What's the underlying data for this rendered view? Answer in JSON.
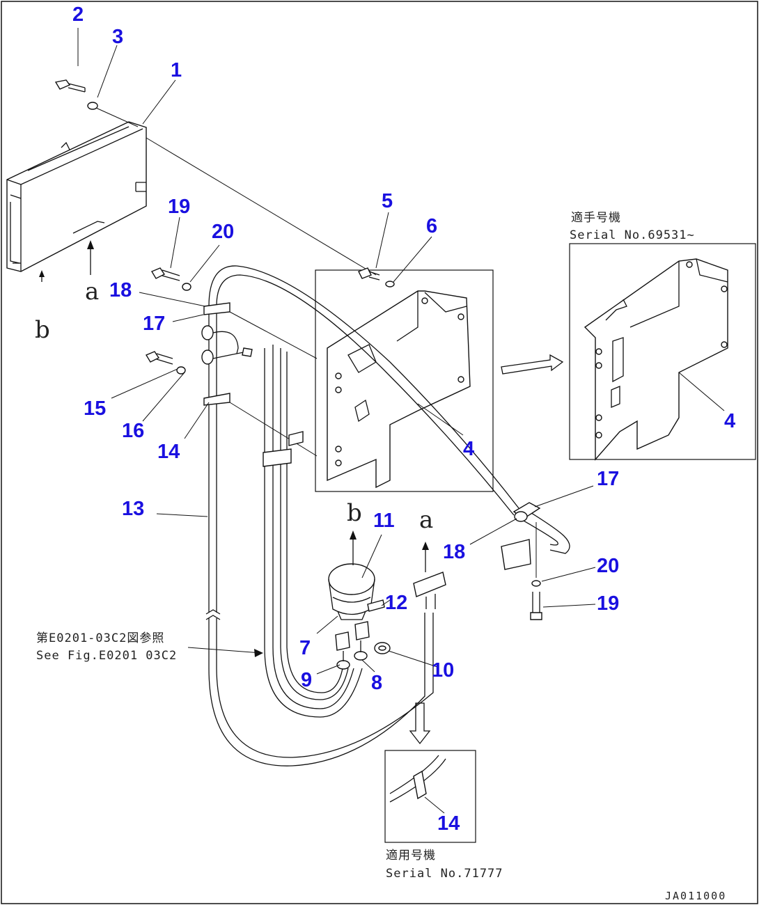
{
  "drawing": {
    "number": "JA011000",
    "callouts": [
      {
        "id": "c2",
        "label": "2"
      },
      {
        "id": "c3",
        "label": "3"
      },
      {
        "id": "c1",
        "label": "1"
      },
      {
        "id": "c19a",
        "label": "19"
      },
      {
        "id": "c20a",
        "label": "20"
      },
      {
        "id": "c18a",
        "label": "18"
      },
      {
        "id": "c17a",
        "label": "17"
      },
      {
        "id": "c15",
        "label": "15"
      },
      {
        "id": "c16",
        "label": "16"
      },
      {
        "id": "c14a",
        "label": "14"
      },
      {
        "id": "c13",
        "label": "13"
      },
      {
        "id": "c5",
        "label": "5"
      },
      {
        "id": "c6",
        "label": "6"
      },
      {
        "id": "c4a",
        "label": "4"
      },
      {
        "id": "c4b",
        "label": "4"
      },
      {
        "id": "c11",
        "label": "11"
      },
      {
        "id": "c12",
        "label": "12"
      },
      {
        "id": "c7",
        "label": "7"
      },
      {
        "id": "c9",
        "label": "9"
      },
      {
        "id": "c8",
        "label": "8"
      },
      {
        "id": "c10",
        "label": "10"
      },
      {
        "id": "c17b",
        "label": "17"
      },
      {
        "id": "c18b",
        "label": "18"
      },
      {
        "id": "c20b",
        "label": "20"
      },
      {
        "id": "c19b",
        "label": "19"
      },
      {
        "id": "c14b",
        "label": "14"
      }
    ],
    "view_letters": {
      "a_top": "a",
      "b_top": "b",
      "b_mid": "b",
      "a_mid": "a"
    },
    "notes": {
      "serial_top_jp": "適手号機",
      "serial_top_en": "Serial No.69531~",
      "see_fig_jp": "第E0201-03C2図参照",
      "see_fig_en": "See Fig.E0201 03C2",
      "serial_bottom_jp": "適用号機",
      "serial_bottom_en": "Serial No.71777"
    }
  }
}
